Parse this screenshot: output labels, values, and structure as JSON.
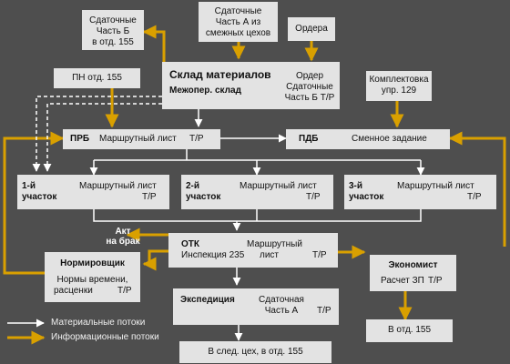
{
  "colors": {
    "background": "#4e4e4e",
    "box": "#e3e3e3",
    "material_flow": "#ffffff",
    "info_flow": "#d9a000"
  },
  "nodes": {
    "sdatochnye_b": {
      "l1": "Сдаточные",
      "l2": "Часть Б",
      "l3": "в отд. 155"
    },
    "sdatochnye_a": {
      "l1": "Сдаточные",
      "l2": "Часть А из",
      "l3": "смежных цехов"
    },
    "ordera": {
      "label": "Ордера"
    },
    "pn": {
      "label": "ПН отд. 155"
    },
    "sklad": {
      "title": "Склад материалов",
      "subtitle": "Межопер. склад",
      "r1": "Ордер",
      "r2": "Сдаточные",
      "r3": "Часть Б Т/Р"
    },
    "komplektovka": {
      "l1": "Комплектовка",
      "l2": "упр. 129"
    },
    "prb": {
      "name": "ПРБ",
      "doc": "Маршрутный лист",
      "tr": "Т/Р"
    },
    "pdb": {
      "name": "ПДБ",
      "doc": "Сменное задание"
    },
    "uch1": {
      "n1": "1-й",
      "n2": "участок",
      "doc": "Маршрутный лист",
      "tr": "Т/Р"
    },
    "uch2": {
      "n1": "2-й",
      "n2": "участок",
      "doc": "Маршрутный лист",
      "tr": "Т/Р"
    },
    "uch3": {
      "n1": "3-й",
      "n2": "участок",
      "doc": "Маршрутный лист",
      "tr": "Т/Р"
    },
    "otk": {
      "name": "ОТК",
      "sub": "Инспекция 235",
      "doc1": "Маршрутный",
      "doc2": "лист",
      "tr": "Т/Р"
    },
    "normirovshik": {
      "title": "Нормировщик",
      "l1": "Нормы времени,",
      "l2": "расценки",
      "tr": "Т/Р"
    },
    "ekonomist": {
      "title": "Экономист",
      "doc": "Расчет ЗП",
      "tr": "Т/Р"
    },
    "ekspeditsiya": {
      "title": "Экспедиция",
      "l1": "Сдаточная",
      "l2": "Часть А",
      "tr": "Т/Р"
    },
    "v_otd_155": {
      "label": "В отд. 155"
    },
    "v_sled_tseh": {
      "label": "В след. цех, в отд. 155"
    }
  },
  "akt": {
    "l1": "Акт",
    "l2": "на брак"
  },
  "legend": {
    "material": "Материальные потоки",
    "info": "Информационные потоки"
  }
}
